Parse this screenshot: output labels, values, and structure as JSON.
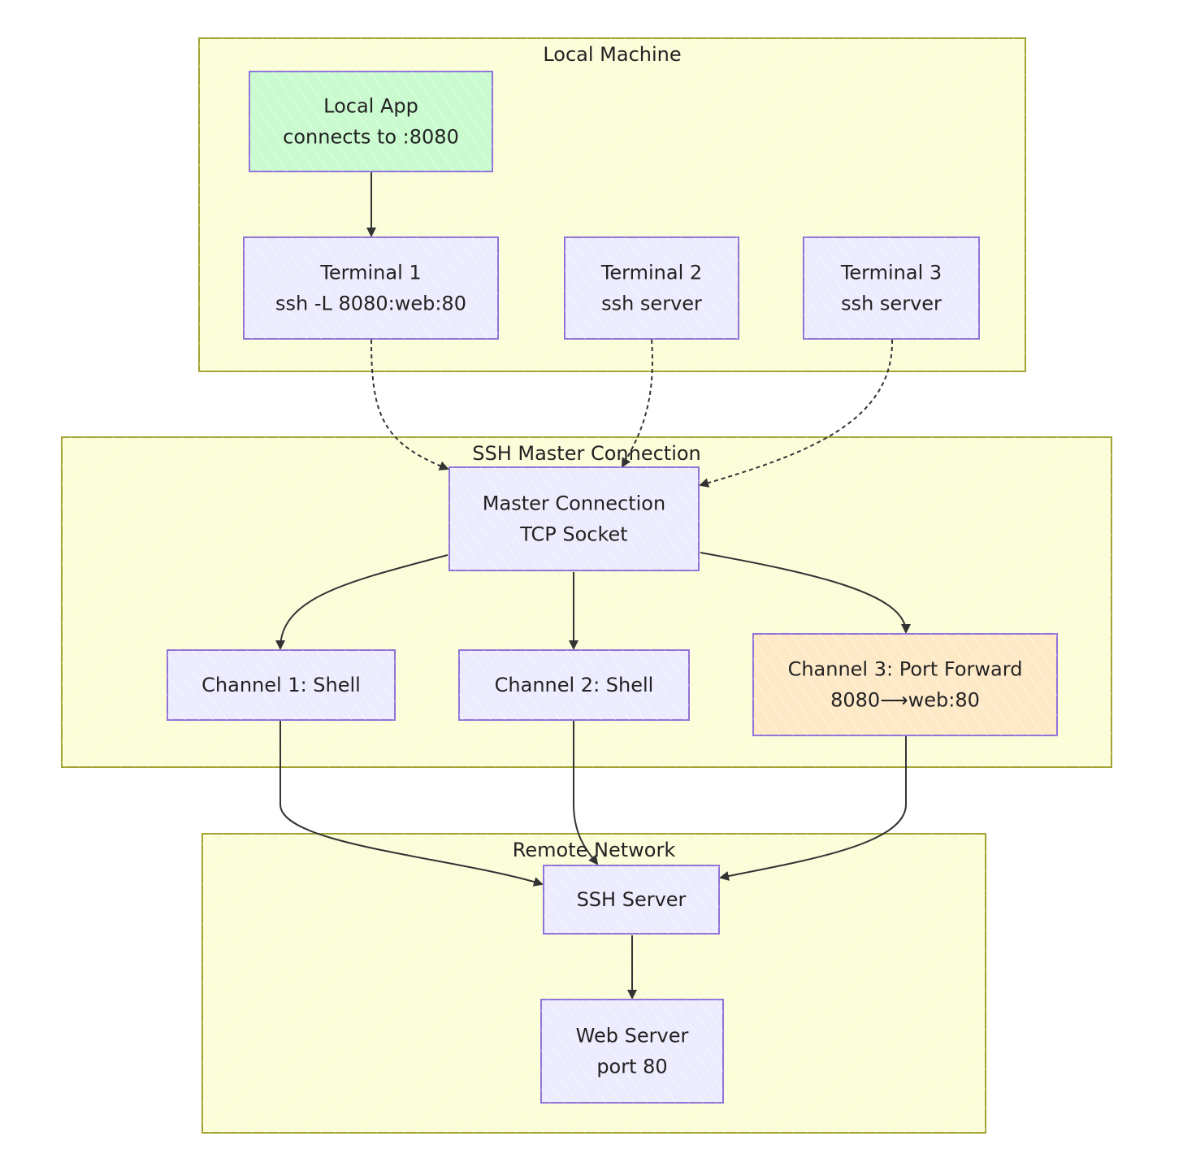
{
  "colors": {
    "cluster_fill": "#fbfdd9",
    "cluster_stroke": "#a3a332",
    "node_fill": "#ececfe",
    "node_stroke": "#9172d8",
    "app_fill": "#c9fbcf",
    "forward_fill": "#fee9c7",
    "edge": "#333333",
    "text": "#222222"
  },
  "clusters": [
    {
      "id": "local",
      "title": "Local Machine"
    },
    {
      "id": "master",
      "title": "SSH Master Connection"
    },
    {
      "id": "remote",
      "title": "Remote Network"
    }
  ],
  "nodes": [
    {
      "id": "app",
      "lines": [
        "Local App",
        "connects to :8080"
      ],
      "fill": "app_fill"
    },
    {
      "id": "t1",
      "lines": [
        "Terminal 1",
        "ssh -L 8080:web:80"
      ],
      "fill": "node_fill"
    },
    {
      "id": "t2",
      "lines": [
        "Terminal 2",
        "ssh server"
      ],
      "fill": "node_fill"
    },
    {
      "id": "t3",
      "lines": [
        "Terminal 3",
        "ssh server"
      ],
      "fill": "node_fill"
    },
    {
      "id": "mc",
      "lines": [
        "Master Connection",
        "TCP Socket"
      ],
      "fill": "node_fill"
    },
    {
      "id": "c1",
      "lines": [
        "Channel 1: Shell"
      ],
      "fill": "node_fill"
    },
    {
      "id": "c2",
      "lines": [
        "Channel 2: Shell"
      ],
      "fill": "node_fill"
    },
    {
      "id": "c3",
      "lines": [
        "Channel 3: Port Forward",
        "8080⟶web:80"
      ],
      "fill": "forward_fill"
    },
    {
      "id": "ssh",
      "lines": [
        "SSH Server"
      ],
      "fill": "node_fill"
    },
    {
      "id": "web",
      "lines": [
        "Web Server",
        "port 80"
      ],
      "fill": "node_fill"
    }
  ],
  "edges": [
    {
      "from": "app",
      "to": "t1",
      "style": "solid"
    },
    {
      "from": "t1",
      "to": "mc",
      "style": "dashed"
    },
    {
      "from": "t2",
      "to": "mc",
      "style": "dashed"
    },
    {
      "from": "t3",
      "to": "mc",
      "style": "dashed"
    },
    {
      "from": "mc",
      "to": "c1",
      "style": "solid"
    },
    {
      "from": "mc",
      "to": "c2",
      "style": "solid"
    },
    {
      "from": "mc",
      "to": "c3",
      "style": "solid"
    },
    {
      "from": "c1",
      "to": "ssh",
      "style": "solid"
    },
    {
      "from": "c2",
      "to": "ssh",
      "style": "solid"
    },
    {
      "from": "c3",
      "to": "ssh",
      "style": "solid"
    },
    {
      "from": "ssh",
      "to": "web",
      "style": "solid"
    }
  ]
}
